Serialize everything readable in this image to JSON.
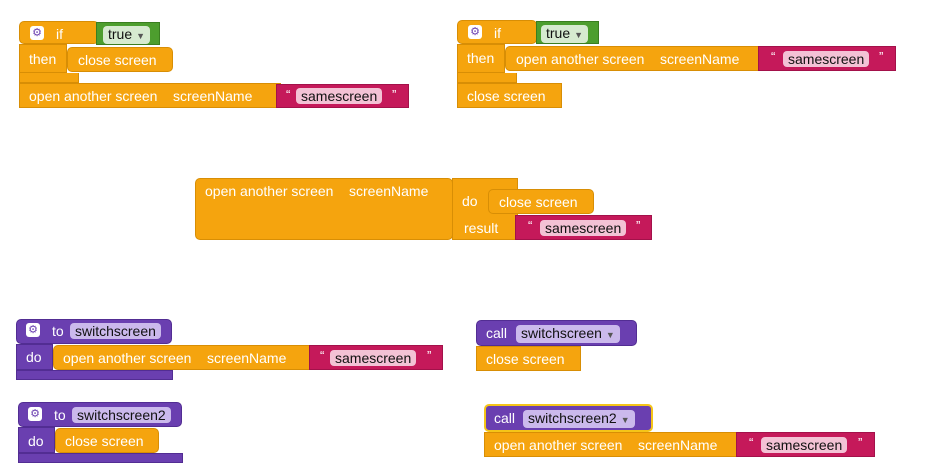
{
  "labels": {
    "if": "if",
    "then": "then",
    "do": "do",
    "result": "result",
    "to": "to",
    "call": "call",
    "close_screen": "close screen",
    "open_another_screen": "open another screen",
    "screen_name": "screenName",
    "true_value": "true",
    "samescreen": "samescreen",
    "open_quote": "“",
    "close_quote": "”"
  },
  "procedures": {
    "switchscreen": "switchscreen",
    "switchscreen2": "switchscreen2"
  },
  "icons": {
    "gear": "gear-icon",
    "dropdown": "▼"
  },
  "colors": {
    "control": "#f5a40e",
    "text": "#c5195a",
    "procedure": "#6a3fb0",
    "logic": "#4d9e2e"
  }
}
